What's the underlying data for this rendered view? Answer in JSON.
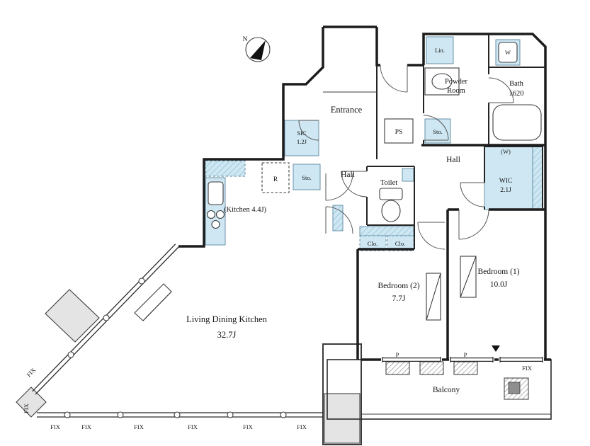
{
  "compass": {
    "north_label": "N"
  },
  "labels": {
    "entrance": "Entrance",
    "ps": "PS",
    "sto_upper": "Sto.",
    "lin": "Lin.",
    "washer": "W",
    "powder_room_line1": "Powder",
    "powder_room_line2": "Room",
    "bath": "Bath",
    "bath_size": "1620",
    "hall_right": "Hall",
    "hall_left": "Hall",
    "sic": "SIC",
    "sic_size": "1.2J",
    "sto_mid": "Sto.",
    "fridge": "R",
    "kitchen": "(Kitchen 4.4J)",
    "toilet": "Toilet",
    "wic_w": "(W)",
    "wic": "WIC",
    "wic_size": "2.1J",
    "clo_left": "Clo.",
    "clo_right": "Clo.",
    "bedroom2": "Bedroom (2)",
    "bedroom2_size": "7.7J",
    "bedroom1": "Bedroom (1)",
    "bedroom1_size": "10.0J",
    "ldk": "Living Dining Kitchen",
    "ldk_size": "32.7J",
    "balcony": "Balcony",
    "p_left": "P",
    "p_right": "P"
  },
  "windows": {
    "fix": [
      "FIX",
      "FIX",
      "FIX",
      "FIX",
      "FIX",
      "FIX",
      "FIX",
      "FIX",
      "FIX"
    ]
  },
  "colors": {
    "wet_area_blue": "#cee7f2",
    "pillar_gray": "#e4e4e4",
    "wall_black": "#1c1c1c"
  }
}
